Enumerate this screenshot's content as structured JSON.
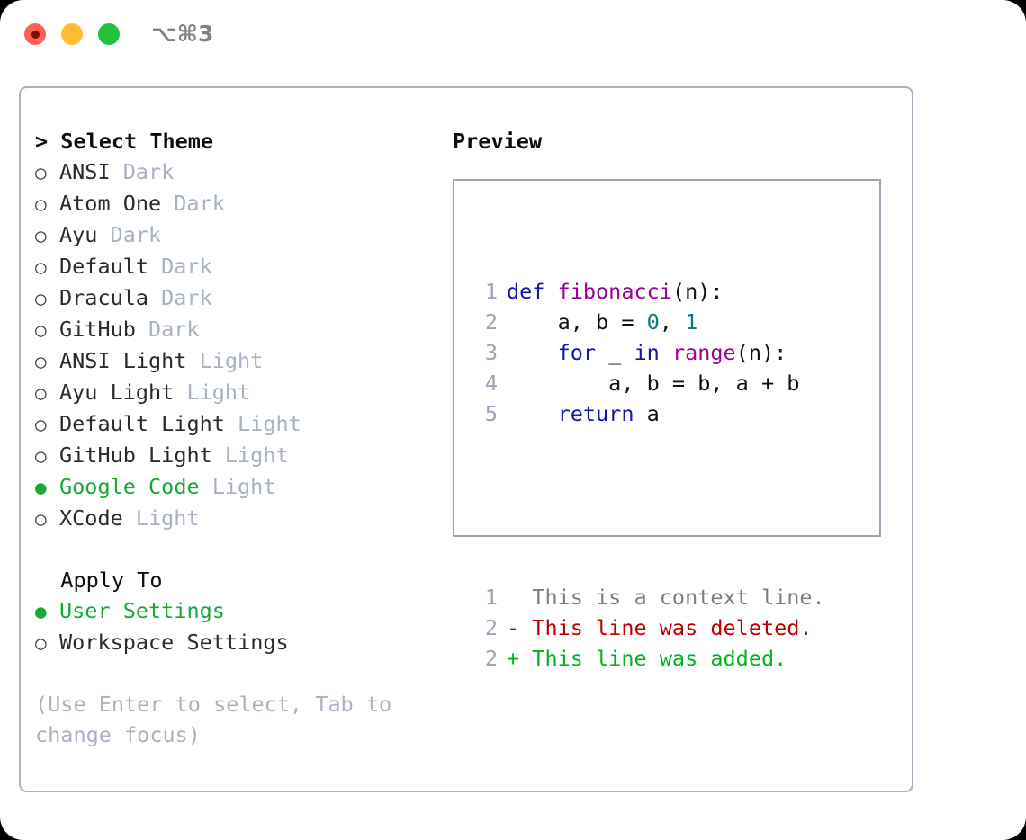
{
  "window": {
    "traffic_lights": [
      "close",
      "minimize",
      "maximize"
    ],
    "shortcut": "⌥⌘3",
    "colors": {
      "close": "#ff6159",
      "minimize": "#ffbd2e",
      "maximize": "#23c23d",
      "panel_border": "#aab3c2",
      "preview_border": "#9aa5b6",
      "accent_green": "#16a938",
      "muted": "#a8b2c1"
    }
  },
  "theme_selector": {
    "header": "> Select Theme",
    "options": [
      {
        "bullet": "○",
        "label": "ANSI",
        "tag": "Dark",
        "selected": false
      },
      {
        "bullet": "○",
        "label": "Atom One",
        "tag": "Dark",
        "selected": false
      },
      {
        "bullet": "○",
        "label": "Ayu",
        "tag": "Dark",
        "selected": false
      },
      {
        "bullet": "○",
        "label": "Default",
        "tag": "Dark",
        "selected": false
      },
      {
        "bullet": "○",
        "label": "Dracula",
        "tag": "Dark",
        "selected": false
      },
      {
        "bullet": "○",
        "label": "GitHub",
        "tag": "Dark",
        "selected": false
      },
      {
        "bullet": "○",
        "label": "ANSI Light",
        "tag": "Light",
        "selected": false
      },
      {
        "bullet": "○",
        "label": "Ayu Light",
        "tag": "Light",
        "selected": false
      },
      {
        "bullet": "○",
        "label": "Default Light",
        "tag": "Light",
        "selected": false
      },
      {
        "bullet": "○",
        "label": "GitHub Light",
        "tag": "Light",
        "selected": false
      },
      {
        "bullet": "●",
        "label": "Google Code",
        "tag": "Light",
        "selected": true
      },
      {
        "bullet": "○",
        "label": "XCode",
        "tag": "Light",
        "selected": false
      }
    ]
  },
  "apply_to": {
    "header": "  Apply To",
    "options": [
      {
        "bullet": "●",
        "label": "User Settings",
        "tag": "",
        "selected": true
      },
      {
        "bullet": "○",
        "label": "Workspace Settings",
        "tag": "",
        "selected": false
      }
    ]
  },
  "hint": "(Use Enter to select, Tab to change focus)",
  "preview": {
    "header": "Preview",
    "code_lines": [
      {
        "no": "1",
        "tokens": [
          {
            "t": "def ",
            "c": "kw"
          },
          {
            "t": "fibonacci",
            "c": "fn"
          },
          {
            "t": "(n):",
            "c": "txt"
          }
        ]
      },
      {
        "no": "2",
        "tokens": [
          {
            "t": "    a, b = ",
            "c": "txt"
          },
          {
            "t": "0",
            "c": "num"
          },
          {
            "t": ", ",
            "c": "txt"
          },
          {
            "t": "1",
            "c": "num"
          }
        ]
      },
      {
        "no": "3",
        "tokens": [
          {
            "t": "    ",
            "c": "txt"
          },
          {
            "t": "for",
            "c": "kw"
          },
          {
            "t": " _ ",
            "c": "txt"
          },
          {
            "t": "in",
            "c": "kw"
          },
          {
            "t": " ",
            "c": "txt"
          },
          {
            "t": "range",
            "c": "fn"
          },
          {
            "t": "(n):",
            "c": "txt"
          }
        ]
      },
      {
        "no": "4",
        "tokens": [
          {
            "t": "        a, b = b, a + b",
            "c": "txt"
          }
        ]
      },
      {
        "no": "5",
        "tokens": [
          {
            "t": "    ",
            "c": "txt"
          },
          {
            "t": "return",
            "c": "kw"
          },
          {
            "t": " a",
            "c": "txt"
          }
        ]
      }
    ],
    "diff_lines": [
      {
        "no": "1",
        "text": "  This is a context line.",
        "kind": "ctx"
      },
      {
        "no": "2",
        "text": "- This line was deleted.",
        "kind": "del"
      },
      {
        "no": "2",
        "text": "+ This line was added.",
        "kind": "add"
      }
    ]
  }
}
